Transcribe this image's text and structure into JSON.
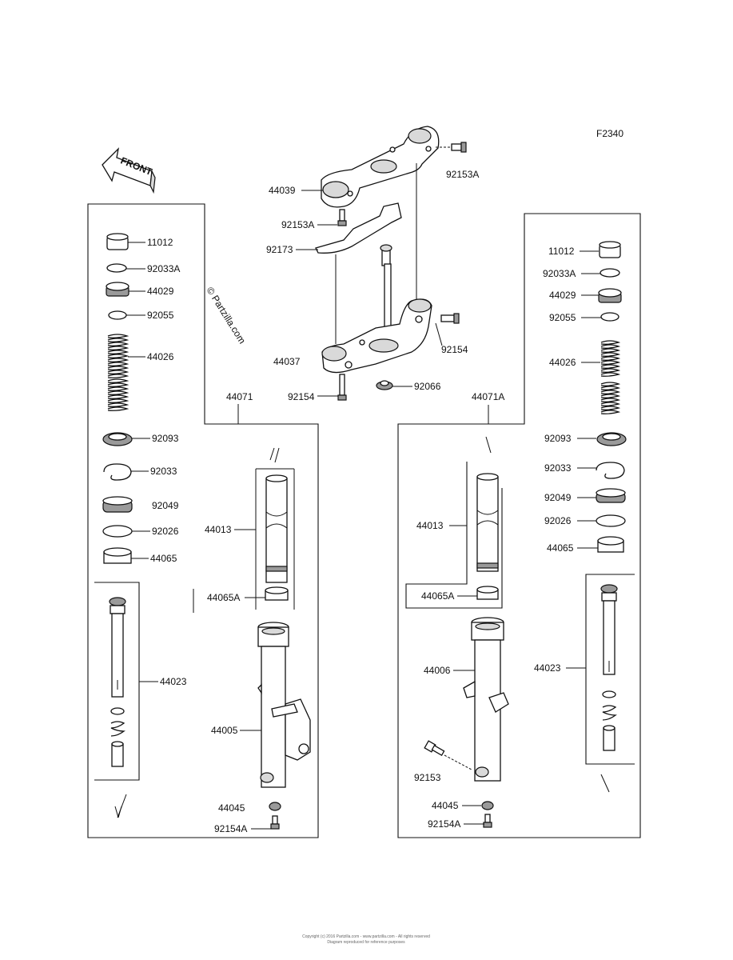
{
  "figure_code": "F2340",
  "front_label": "FRONT",
  "watermark": "© Partzilla.com",
  "footer": [
    "Copyright (c) 2016 Partzilla.com - www.partzilla.com - All rights reserved",
    "Diagram reproduced for reference purposes"
  ],
  "labels": {
    "p44039": "44039",
    "p92153A_top": "92153A",
    "p92153A_left": "92153A",
    "p92173": "92173",
    "p44037": "44037",
    "p92154_right": "92154",
    "p92154_left": "92154",
    "p92066": "92066",
    "L11012": "11012",
    "L92033A": "92033A",
    "L44029": "44029",
    "L92055": "92055",
    "L44026": "44026",
    "L92093": "92093",
    "L92033": "92033",
    "L92049": "92049",
    "L92026": "92026",
    "L44065": "44065",
    "L44023": "44023",
    "L44071": "44071",
    "L44013": "44013",
    "L44065A": "44065A",
    "L44005": "44005",
    "L44045": "44045",
    "L92154A": "92154A",
    "R11012": "11012",
    "R92033A": "92033A",
    "R44029": "44029",
    "R92055": "92055",
    "R44026": "44026",
    "R92093": "92093",
    "R92033": "92033",
    "R92049": "92049",
    "R92026": "92026",
    "R44065": "44065",
    "R44023": "44023",
    "R44071A": "44071A",
    "R44013": "44013",
    "R44065A": "44065A",
    "R44006": "44006",
    "R92153": "92153",
    "R44045": "44045",
    "R92154A": "92154A"
  }
}
